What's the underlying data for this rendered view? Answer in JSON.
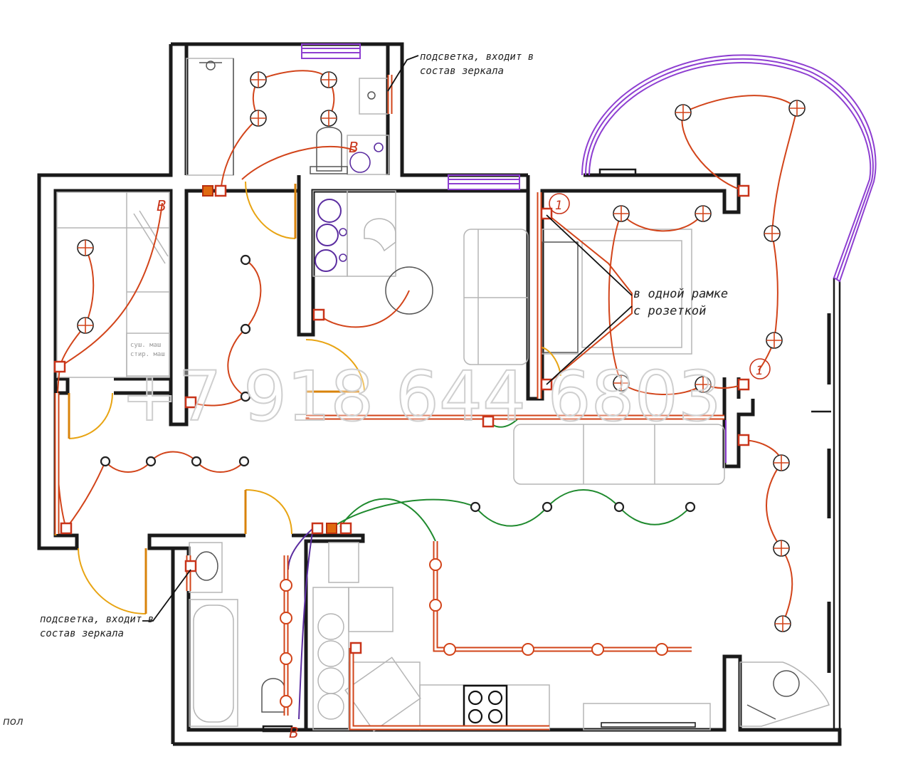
{
  "notes": {
    "mirror_light_top_line1": "подсветка, входит в",
    "mirror_light_top_line2": "состав зеркала",
    "mirror_light_bottom_line1": "подсветка, входит в",
    "mirror_light_bottom_line2": "состав зеркала",
    "one_frame_line1": "в одной рамке",
    "one_frame_line2": "с розеткой"
  },
  "switch_marks": {
    "bath_top": "В",
    "corridor_left": "В",
    "bath_bottom": "В",
    "bedroom_switch_1": "1",
    "living_switch_1": "1"
  },
  "appliance_labels": {
    "dryer_line1": "суш. маш",
    "dryer_line2": "стир. маш"
  },
  "watermark": "+7 918 644 6803",
  "floor_label": "пол",
  "colors": {
    "wall": "#1a1a1a",
    "wiring": "#d2441a",
    "wiring_green": "#1f8a2e",
    "wiring_purple": "#5b2da0",
    "door": "#e8a413",
    "window": "#8e3fd1"
  }
}
